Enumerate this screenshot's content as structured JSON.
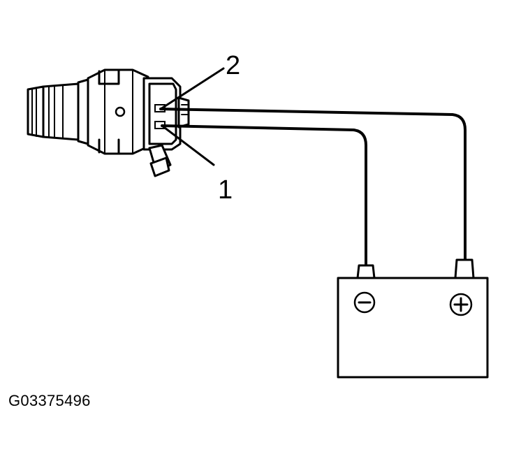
{
  "callouts": {
    "pin_2": "2",
    "pin_1": "1"
  },
  "battery": {
    "negative_symbol": "−",
    "positive_symbol": "+"
  },
  "figure_id": "G03375496",
  "colors": {
    "line": "#000000",
    "background": "#ffffff"
  }
}
